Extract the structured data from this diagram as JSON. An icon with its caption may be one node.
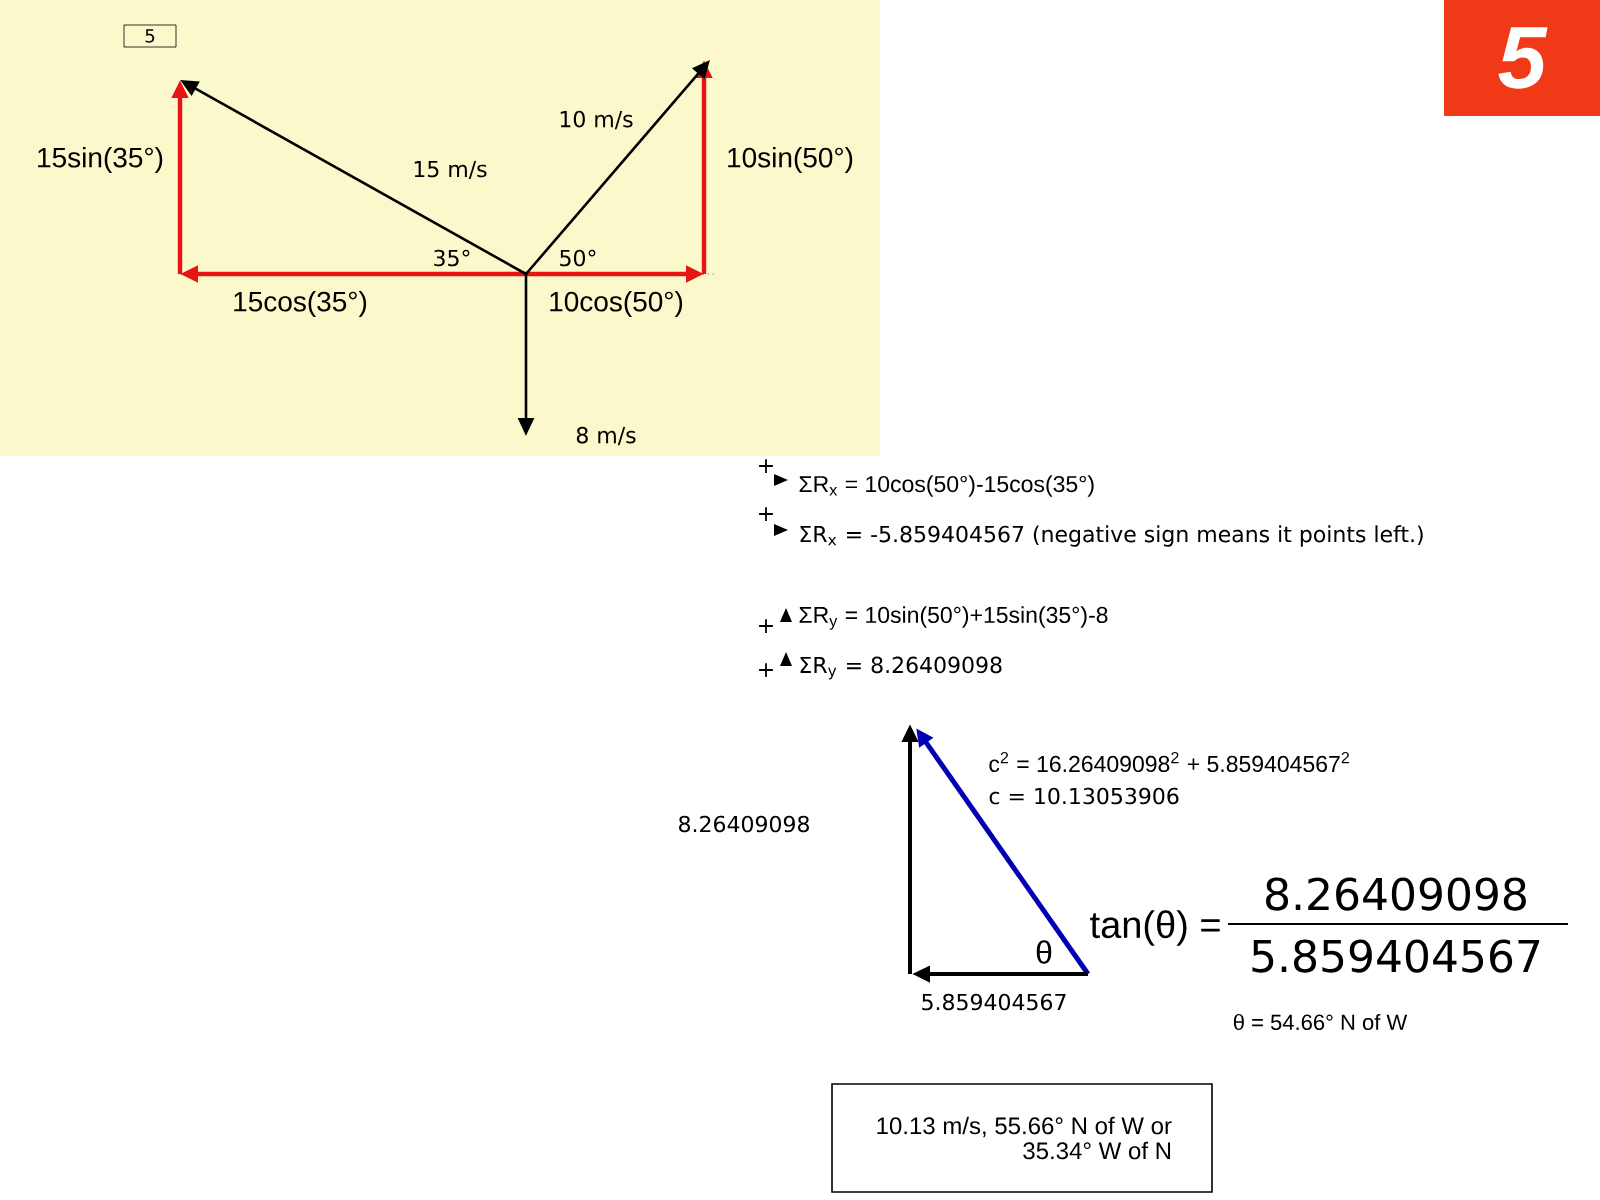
{
  "diagram": {
    "nodes": [
      {
        "text": [
          "5"
        ]
      },
      {
        "text": [
          "5"
        ]
      },
      {
        "text": [
          "10.13 m/s, 55.66° N of W or 35.34° W of N"
        ]
      }
    ],
    "labels": [
      "10 m/s",
      "15sin(35°)",
      "15 m/s",
      "10sin(50°)",
      "35°",
      "50°",
      "15cos(35°)",
      "10cos(50°)",
      "8 m/s",
      "+",
      "ΣR$_{x}$ = 10cos(50°)-15cos(35°)",
      "+",
      "ΣR$_{x}$ = -5.859404567 (negative sign means it points left.)",
      "+",
      "ΣR$_{y}$ = 10sin(50°)+15sin(35°)-8",
      "+",
      "ΣR$_{y}$ = 8.26409098",
      "c$^{2}$ = 16.26409098$^{2}$ + 5.859404567$^{2}$",
      "c = 10.13053906",
      "8.26409098",
      "8.26409098",
      "tan(θ) =",
      "θ",
      "5.859404567",
      "5.859404567",
      "θ = 54.66° N of W"
    ]
  }
}
